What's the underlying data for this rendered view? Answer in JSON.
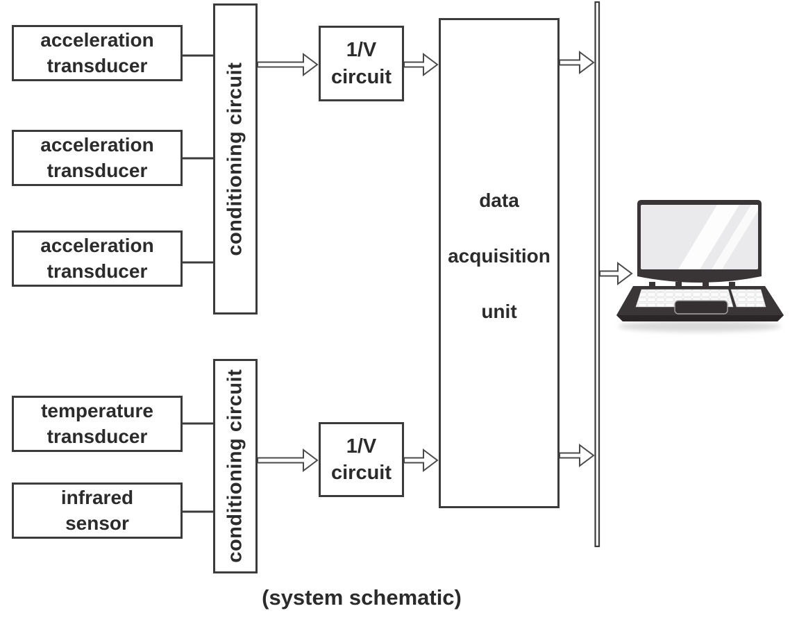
{
  "diagram": {
    "caption": "(system schematic)",
    "nodes": {
      "accel1": {
        "label": "acceleration\ntransducer"
      },
      "accel2": {
        "label": "acceleration\ntransducer"
      },
      "accel3": {
        "label": "acceleration\ntransducer"
      },
      "cond1": {
        "label": "conditioning circuit"
      },
      "inv1": {
        "label": "1/V\ncircuit"
      },
      "daq": {
        "label": "data\nacquisition\nunit"
      },
      "temp": {
        "label": "temperature\ntransducer"
      },
      "ir": {
        "label": "infrared\nsensor"
      },
      "cond2": {
        "label": "conditioning circuit"
      },
      "inv2": {
        "label": "1/V\ncircuit"
      }
    },
    "edges": [
      {
        "from": "acceleration transducer 1",
        "to": "conditioning circuit 1",
        "type": "line"
      },
      {
        "from": "acceleration transducer 2",
        "to": "conditioning circuit 1",
        "type": "line"
      },
      {
        "from": "acceleration transducer 3",
        "to": "conditioning circuit 1",
        "type": "line"
      },
      {
        "from": "temperature transducer",
        "to": "conditioning circuit 2",
        "type": "line"
      },
      {
        "from": "infrared sensor",
        "to": "conditioning circuit 2",
        "type": "line"
      },
      {
        "from": "conditioning circuit 1",
        "to": "1/V circuit 1",
        "type": "hollow-arrow"
      },
      {
        "from": "1/V circuit 1",
        "to": "data acquisition unit",
        "type": "hollow-arrow"
      },
      {
        "from": "conditioning circuit 2",
        "to": "1/V circuit 2",
        "type": "hollow-arrow"
      },
      {
        "from": "1/V circuit 2",
        "to": "data acquisition unit",
        "type": "hollow-arrow"
      },
      {
        "from": "data acquisition unit",
        "to": "bus bar (top)",
        "type": "hollow-arrow"
      },
      {
        "from": "data acquisition unit",
        "to": "bus bar (bottom)",
        "type": "hollow-arrow"
      },
      {
        "from": "bus bar",
        "to": "laptop",
        "type": "hollow-arrow"
      }
    ],
    "icons": {
      "laptop": "laptop-icon"
    },
    "colors": {
      "background": "#ffffff",
      "line": "#3b3b3b",
      "arrow_outline": "#4a4a4a",
      "text": "#2b2b2b",
      "laptop_body": "#393435",
      "laptop_screen": "#eaeaec",
      "laptop_reflection": "#ffffff"
    }
  }
}
